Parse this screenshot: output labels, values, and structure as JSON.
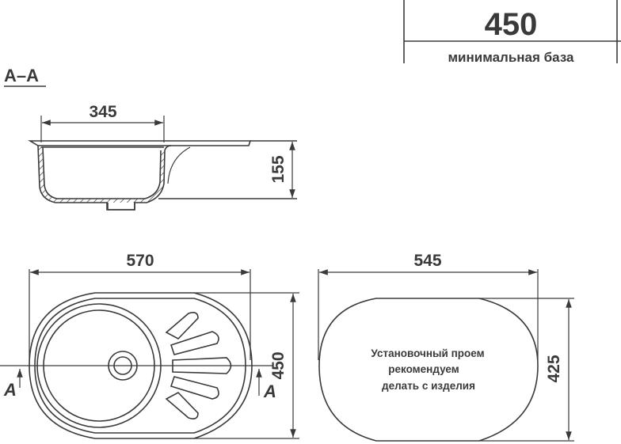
{
  "header": {
    "base_value": "450",
    "base_label": "минимальная база"
  },
  "section_view": {
    "title": "A–A",
    "bowl_width": "345",
    "depth": "155"
  },
  "top_view": {
    "overall_length": "570",
    "overall_width": "450",
    "section_mark_left": "A",
    "section_mark_right": "A"
  },
  "cutout_view": {
    "length": "545",
    "width": "425",
    "note_lines": [
      "Установочный проем",
      "рекомендуем",
      "делать с изделия"
    ]
  },
  "colors": {
    "line": "#3a3a3a",
    "background": "#ffffff"
  }
}
